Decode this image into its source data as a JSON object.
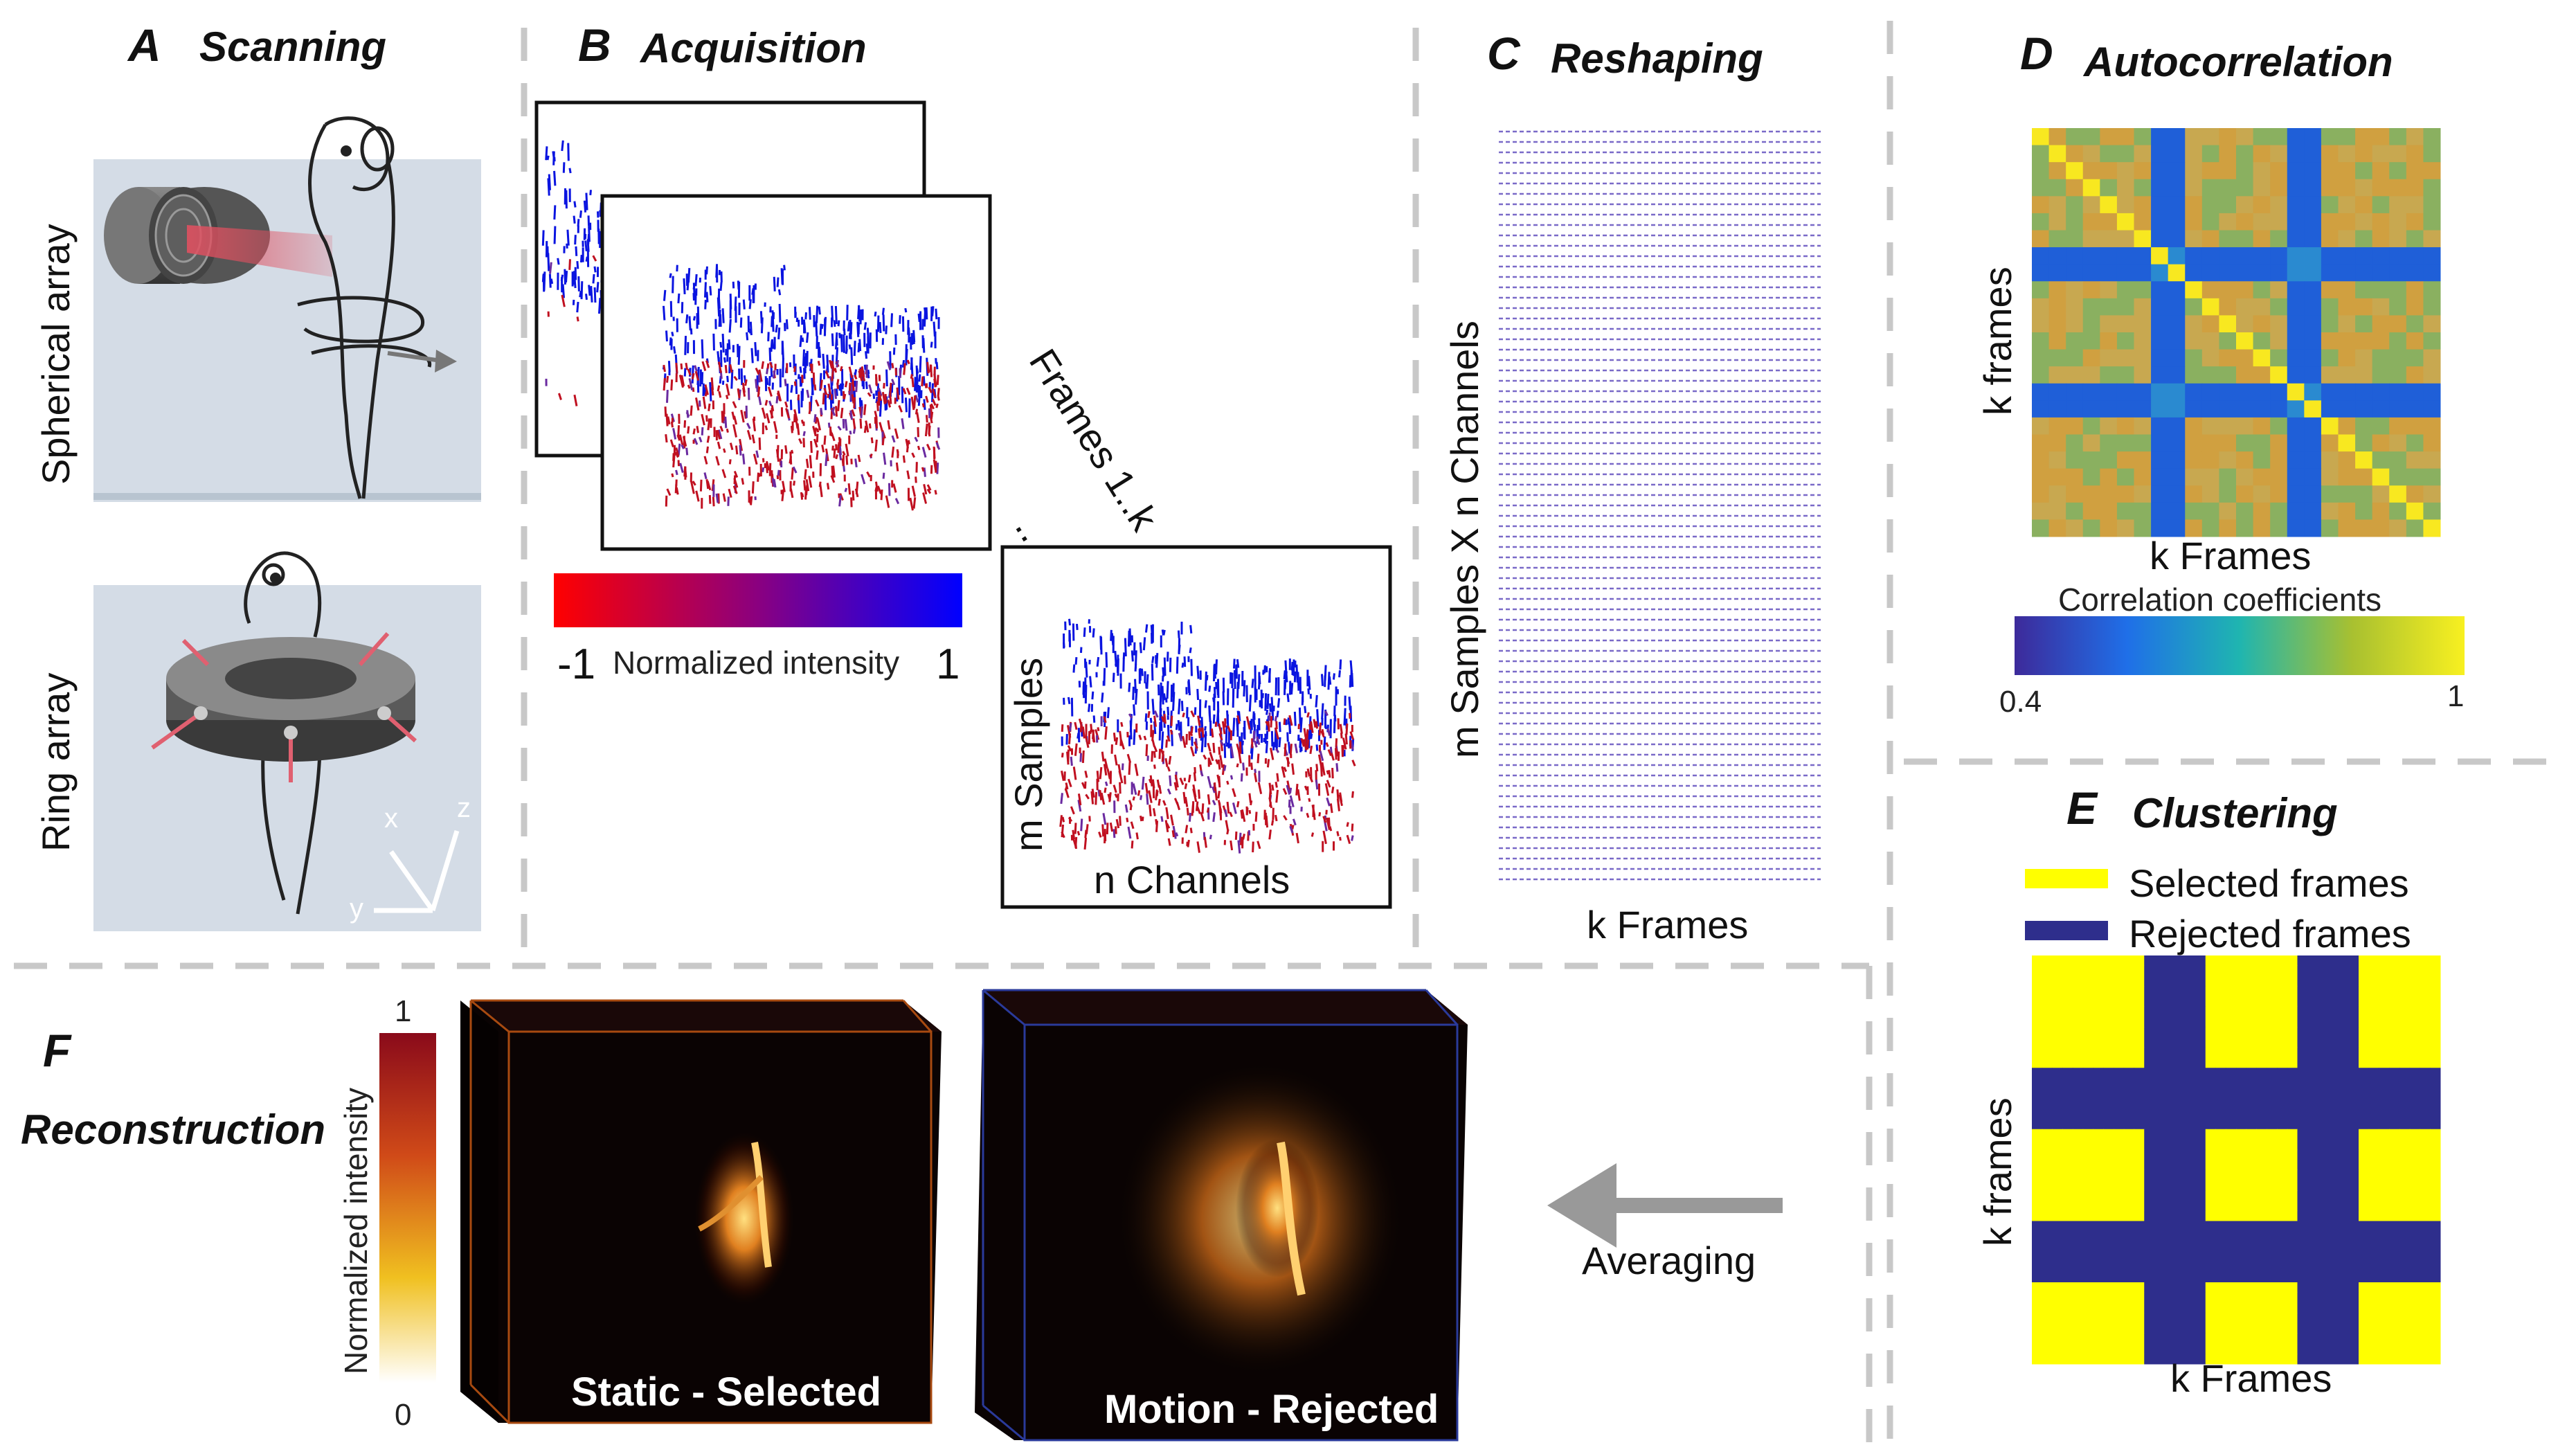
{
  "panels": {
    "A": {
      "letter": "A",
      "title": "Scanning",
      "top_label": "Spherical array",
      "bottom_label": "Ring array",
      "axes": {
        "x": "x",
        "y": "y",
        "z": "z"
      }
    },
    "B": {
      "letter": "B",
      "title": "Acquisition",
      "frames_label": "Frames 1..k",
      "dots": "....",
      "ylabel": "m Samples",
      "xlabel": "n Channels",
      "colorbar": {
        "min": "-1",
        "max": "1",
        "label": "Normalized intensity",
        "colors": [
          "#ff0000",
          "#0000ff"
        ]
      }
    },
    "C": {
      "letter": "C",
      "title": "Reshaping",
      "ylabel": "m Samples X n Channels",
      "xlabel": "k Frames"
    },
    "D": {
      "letter": "D",
      "title": "Autocorrelation",
      "ylabel": "k frames",
      "xlabel": "k Frames",
      "colorbar": {
        "label": "Correlation coefficients",
        "min": "0.4",
        "max": "1"
      }
    },
    "E": {
      "letter": "E",
      "title": "Clustering",
      "ylabel": "k frames",
      "xlabel": "k Frames",
      "legend": {
        "selected": "Selected frames",
        "rejected": "Rejected frames"
      },
      "colors": {
        "selected": "#ffff00",
        "rejected": "#2e2e8c"
      }
    },
    "F": {
      "letter": "F",
      "title": "Reconstruction",
      "cb_label": "Normalized intensity",
      "cb_max": "1",
      "cb_min": "0",
      "left_volume": "Static - Selected",
      "right_volume": "Motion - Rejected",
      "arrow_label": "Averaging"
    }
  }
}
